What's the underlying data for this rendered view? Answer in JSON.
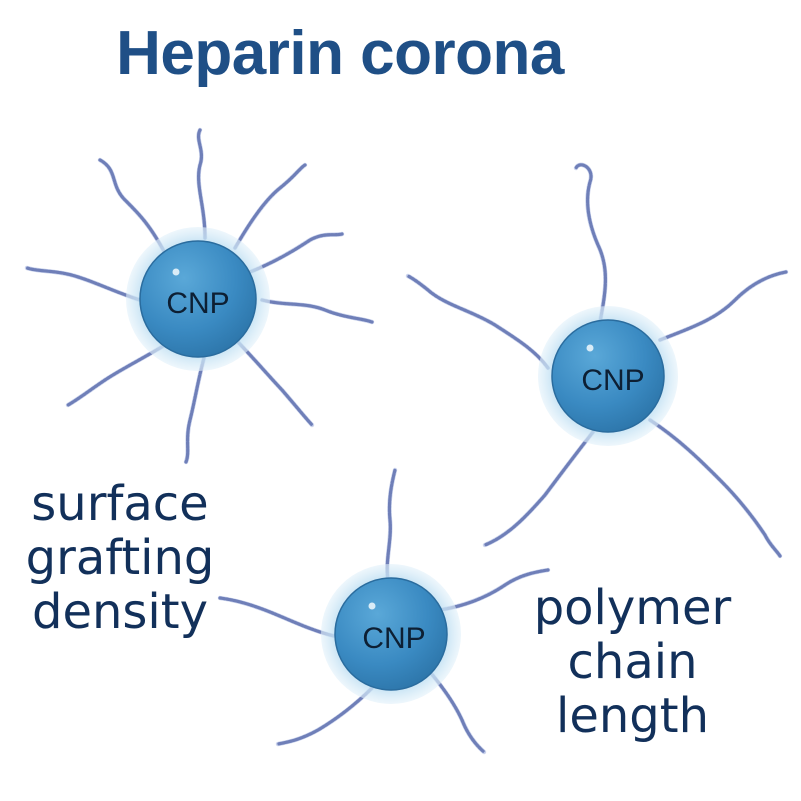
{
  "title": "Heparin corona",
  "particles": [
    {
      "label": "CNP"
    },
    {
      "label": "CNP"
    },
    {
      "label": "CNP"
    }
  ],
  "labels": {
    "grafting": [
      "surface",
      "grafting",
      "density"
    ],
    "chain": [
      "polymer",
      "chain",
      "length"
    ]
  },
  "colors": {
    "title": "#1f4f86",
    "text": "#12305a",
    "core": "#3b8ec4",
    "halo": "#cfe6f5",
    "chain": "#6f7fb8"
  }
}
